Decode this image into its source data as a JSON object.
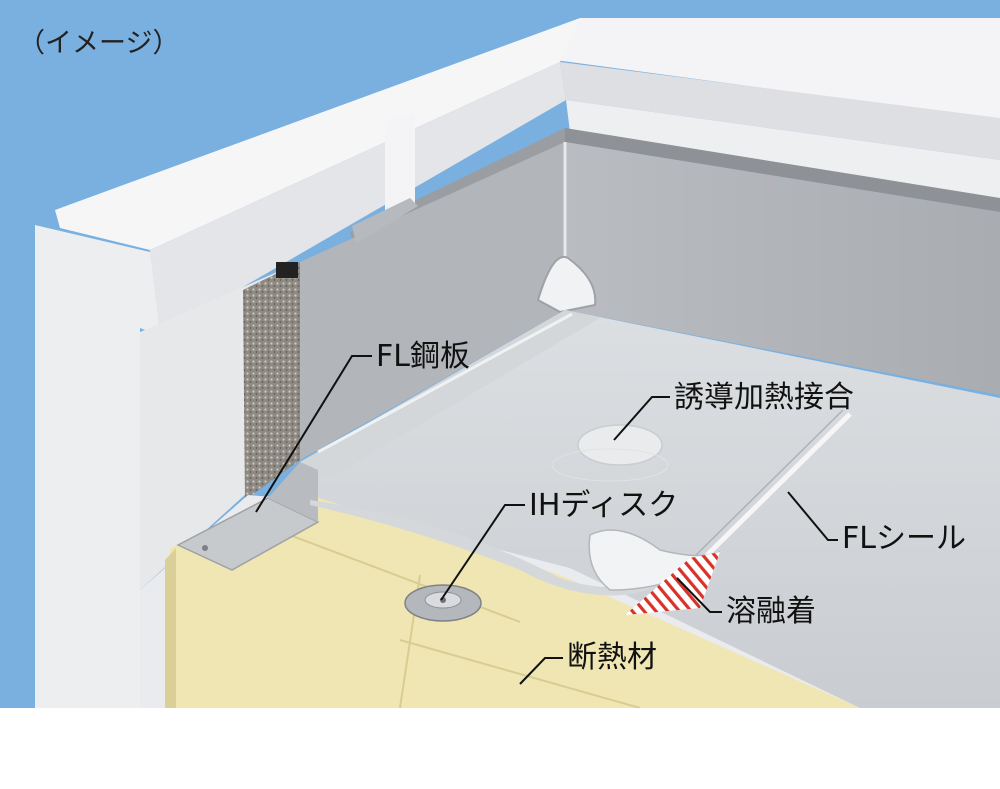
{
  "caption": "（イメージ）",
  "labels": {
    "fl_steel": "FL鋼板",
    "induction_joint": "誘導加熱接合",
    "ih_disk": "IHディスク",
    "fl_seal": "FLシール",
    "fusion": "溶融着",
    "insulation": "断熱材"
  },
  "colors": {
    "sky": "#7ab0e0",
    "wall": "#f1f1f3",
    "membrane": "#cfd3d7",
    "insulation": "#efe6b4",
    "hatch": "#d9322a"
  }
}
